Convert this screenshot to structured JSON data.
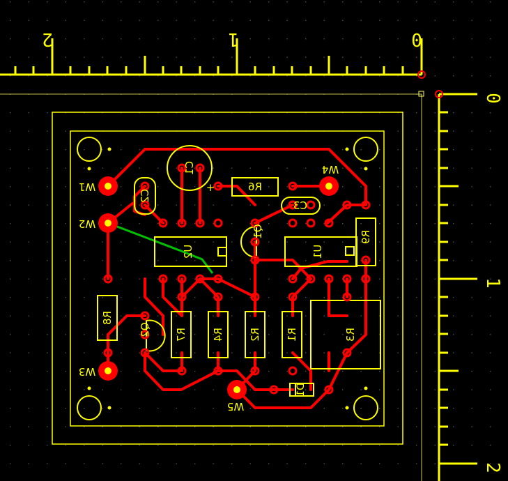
{
  "colors": {
    "background": "#000000",
    "silkscreen": "#ffff00",
    "copper_bottom": "#ff0000",
    "ratsnest": "#00c000",
    "grid_dots": "#505050"
  },
  "rulers": {
    "top_labels": [
      "2",
      "1",
      "0"
    ],
    "right_labels": [
      "0",
      "1",
      "2"
    ]
  },
  "components": {
    "C1": "C1",
    "C2": "C2",
    "C3": "C3",
    "R1": "R1",
    "R2": "R2",
    "R3": "R3",
    "R4": "R4",
    "R6": "R6",
    "R7": "R7",
    "R8": "R8",
    "R9": "R9",
    "Q1": "Q1",
    "Q2": "Q2",
    "U1": "U1",
    "U2": "U2",
    "D1": "D1",
    "W1": "W1",
    "W2": "W2",
    "W3": "W3",
    "W4": "W4",
    "W5": "W5"
  },
  "polarity_mark": "+"
}
